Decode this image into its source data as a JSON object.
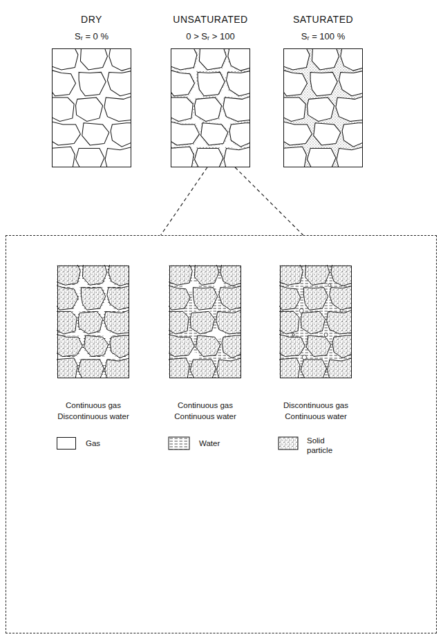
{
  "diagram": {
    "nodes": [
      {
        "text": [
          "DRY",
          "Sᵣ = 0 %"
        ]
      },
      {
        "text": [
          "UNSATURATED",
          "0 > Sᵣ > 100"
        ]
      },
      {
        "text": [
          "SATURATED",
          "Sᵣ = 100 %"
        ]
      },
      {
        "text": []
      },
      {
        "text": [
          "Continuous gas Discontinuous water"
        ],
        "in": 3
      },
      {
        "text": [
          "Continuous gas Continuous water"
        ],
        "in": 3
      },
      {
        "text": [
          "Discontinuous gas Continuous water"
        ],
        "in": 3
      }
    ],
    "edges": [
      {
        "from": 1,
        "to": 3,
        "arrow": "none"
      },
      {
        "from": 1,
        "to": 3,
        "arrow": "none"
      }
    ],
    "legend": [
      {
        "text": "Gas",
        "color": "#ffffff"
      },
      {
        "text": "Water"
      },
      {
        "text": "Solid particle"
      }
    ]
  }
}
